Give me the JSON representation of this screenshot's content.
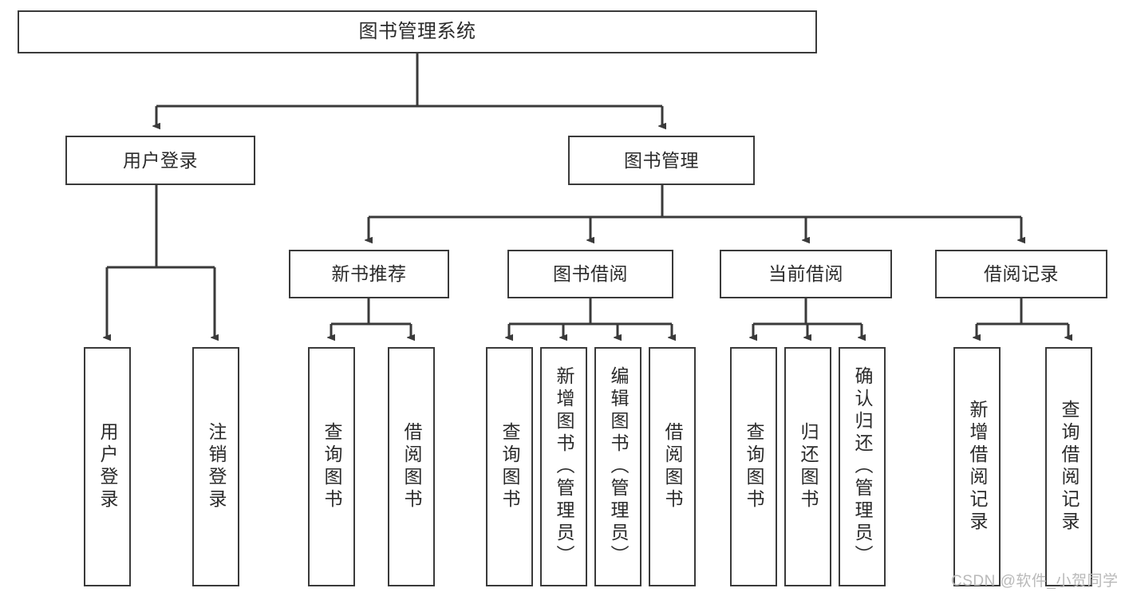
{
  "diagram": {
    "title": "图书管理系统",
    "type": "hierarchy-tree",
    "watermark": "CSDN @软件_小贺同学",
    "colors": {
      "stroke": "#3a3a3a",
      "fill": "#ffffff",
      "text": "#2b2b2b",
      "watermark": "#b9b9b9"
    },
    "nodes": {
      "root": {
        "label": "图书管理系统"
      },
      "level2": [
        {
          "label": "用户登录"
        },
        {
          "label": "图书管理"
        }
      ],
      "level3": [
        {
          "label": "新书推荐"
        },
        {
          "label": "图书借阅"
        },
        {
          "label": "当前借阅"
        },
        {
          "label": "借阅记录"
        }
      ],
      "leaves_user_login": [
        {
          "label": "用户登录"
        },
        {
          "label": "注销登录"
        }
      ],
      "leaves_new_book": [
        {
          "label": "查询图书"
        },
        {
          "label": "借阅图书"
        }
      ],
      "leaves_borrow": [
        {
          "label": "查询图书"
        },
        {
          "label": "新增图书（管理员）"
        },
        {
          "label": "编辑图书（管理员）"
        },
        {
          "label": "借阅图书"
        }
      ],
      "leaves_current": [
        {
          "label": "查询图书"
        },
        {
          "label": "归还图书"
        },
        {
          "label": "确认归还（管理员）"
        }
      ],
      "leaves_records": [
        {
          "label": "新增借阅记录"
        },
        {
          "label": "查询借阅记录"
        }
      ]
    }
  }
}
